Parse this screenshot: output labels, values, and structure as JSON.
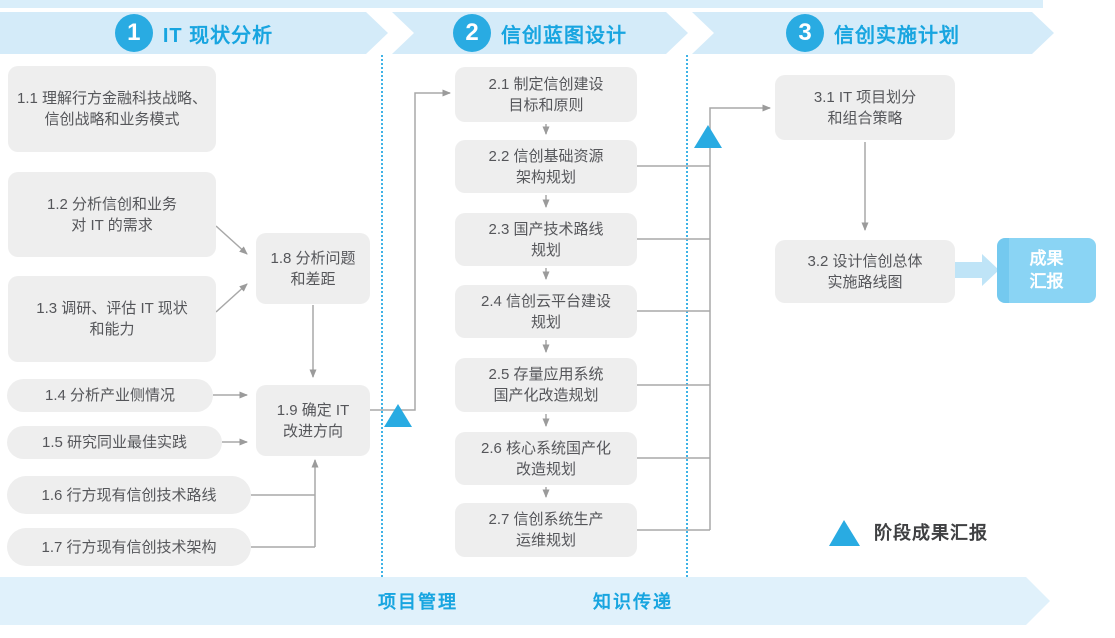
{
  "phases": [
    {
      "number": "1",
      "title": "IT 现状分析"
    },
    {
      "number": "2",
      "title": "信创蓝图设计"
    },
    {
      "number": "3",
      "title": "信创实施计划"
    }
  ],
  "nodes": {
    "n11": "1.1 理解行方金融科技战略、\n信创战略和业务模式",
    "n12": "1.2 分析信创和业务\n对 IT 的需求",
    "n13": "1.3 调研、评估 IT 现状\n和能力",
    "n14": "1.4 分析产业侧情况",
    "n15": "1.5 研究同业最佳实践",
    "n16": "1.6 行方现有信创技术路线",
    "n17": "1.7 行方现有信创技术架构",
    "n18": "1.8 分析问题\n和差距",
    "n19": "1.9 确定 IT\n改进方向",
    "n21": "2.1 制定信创建设\n目标和原则",
    "n22": "2.2 信创基础资源\n架构规划",
    "n23": "2.3 国产技术路线\n规划",
    "n24": "2.4 信创云平台建设\n规划",
    "n25": "2.5 存量应用系统\n国产化改造规划",
    "n26": "2.6 核心系统国产化\n改造规划",
    "n27": "2.7 信创系统生产\n运维规划",
    "n31": "3.1 IT 项目划分\n和组合策略",
    "n32": "3.2 设计信创总体\n实施路线图"
  },
  "deliverable": {
    "label": "成果\n汇报"
  },
  "legend": {
    "label": "阶段成果汇报"
  },
  "footer": {
    "left": "项目管理",
    "right": "知识传递"
  },
  "colors": {
    "accent_blue": "#29abe2",
    "band_fill": "#d4ebf9",
    "band_text": "#18a5e0",
    "node_fill": "#eeeeee",
    "node_text": "#55565a",
    "connector_gray": "#a0a0a0",
    "deliverable_fill": "#8ad4f4",
    "footer_band_fill": "#e0f1fb"
  }
}
